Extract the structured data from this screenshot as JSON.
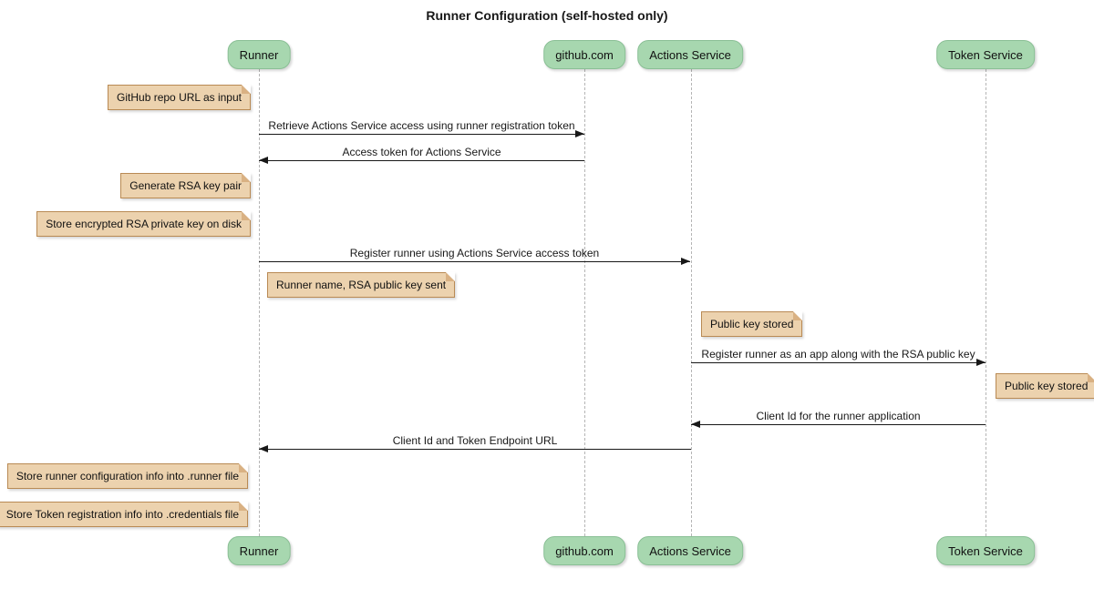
{
  "title": "Runner Configuration (self-hosted only)",
  "participants": [
    {
      "name": "Runner"
    },
    {
      "name": "github.com"
    },
    {
      "name": "Actions Service"
    },
    {
      "name": "Token Service"
    }
  ],
  "messages": [
    {
      "label": "Retrieve Actions Service access using runner registration token",
      "from": "Runner",
      "to": "github.com"
    },
    {
      "label": "Access token for Actions Service",
      "from": "github.com",
      "to": "Runner"
    },
    {
      "label": "Register runner using Actions Service access token",
      "from": "Runner",
      "to": "Actions Service"
    },
    {
      "label": "Register runner as an app along with the RSA public key",
      "from": "Actions Service",
      "to": "Token Service"
    },
    {
      "label": "Client Id for the runner application",
      "from": "Token Service",
      "to": "Actions Service"
    },
    {
      "label": "Client Id and Token Endpoint URL",
      "from": "Actions Service",
      "to": "Runner"
    }
  ],
  "notes": [
    {
      "text": "GitHub repo URL as input",
      "anchor": "Runner",
      "side": "left"
    },
    {
      "text": "Generate RSA key pair",
      "anchor": "Runner",
      "side": "left"
    },
    {
      "text": "Store encrypted RSA private key on disk",
      "anchor": "Runner",
      "side": "left"
    },
    {
      "text": "Runner name, RSA public key sent",
      "anchor": "Runner",
      "side": "right"
    },
    {
      "text": "Public key stored",
      "anchor": "Actions Service",
      "side": "right"
    },
    {
      "text": "Public key stored",
      "anchor": "Token Service",
      "side": "right"
    },
    {
      "text": "Store runner configuration info into .runner file",
      "anchor": "Runner",
      "side": "left"
    },
    {
      "text": "Store Token registration info into .credentials file",
      "anchor": "Runner",
      "side": "left"
    }
  ],
  "colors": {
    "participant_fill": "#a7d7af",
    "participant_border": "#8abf95",
    "note_fill": "#ecd2ae",
    "note_border": "#b98a54",
    "note_fold": "#d9b183",
    "line": "#181818",
    "lifeline": "#b5b5b5"
  }
}
